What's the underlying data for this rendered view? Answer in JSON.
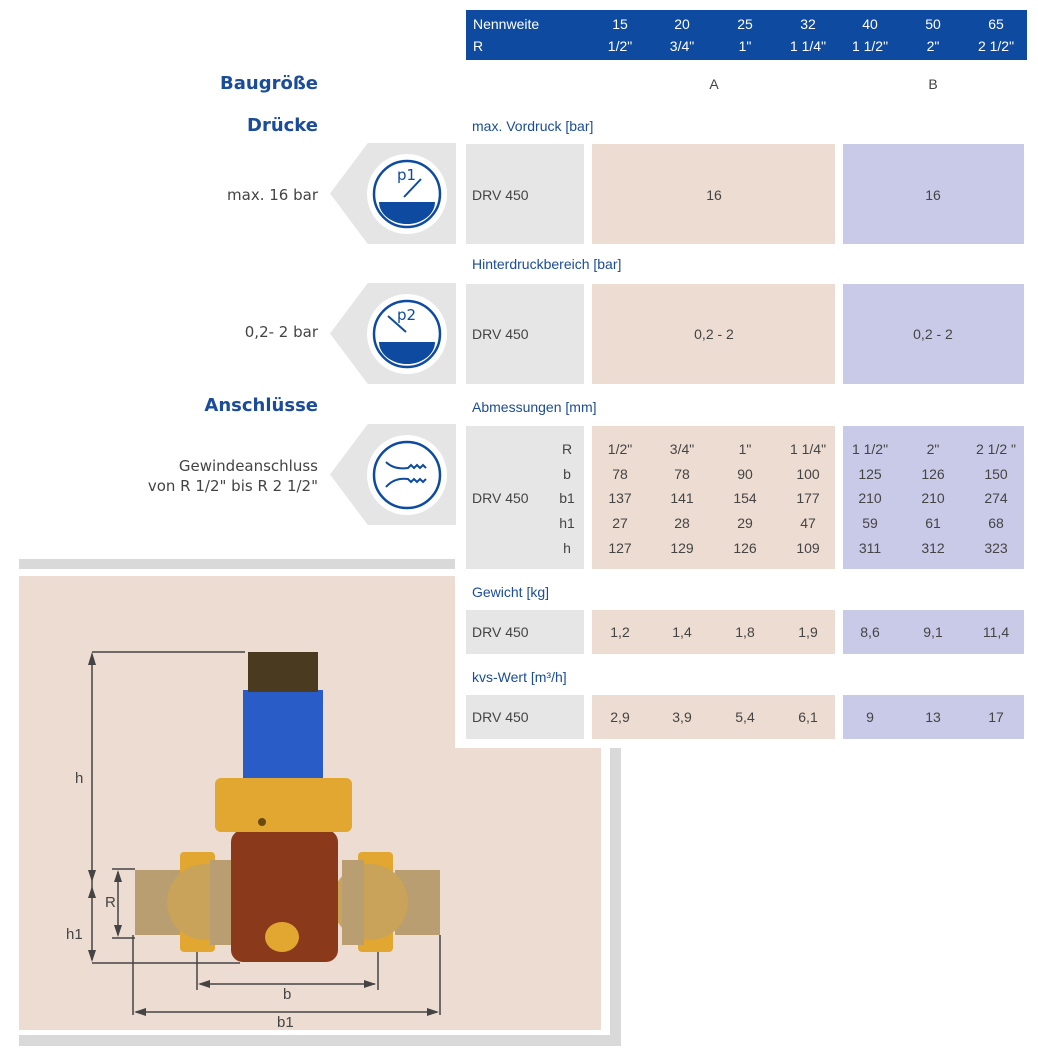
{
  "header": {
    "row1_label": "Nennweite",
    "row2_label": "R",
    "nennweite": [
      "15",
      "20",
      "25",
      "32",
      "40",
      "50",
      "65"
    ],
    "r": [
      "1/2\"",
      "3/4\"",
      "1\"",
      "1 1/4\"",
      "1 1/2\"",
      "2\"",
      "2 1/2\""
    ]
  },
  "baugroesse": {
    "label": "Baugröße",
    "groups": [
      "A",
      "B"
    ]
  },
  "sections": {
    "druecke": "Drücke",
    "anschluesse": "Anschlüsse"
  },
  "side_texts": {
    "p1": "max. 16 bar",
    "p2": "0,2- 2 bar",
    "conn_line1": "Gewindeanschluss",
    "conn_line2": "von R 1/2\" bis R 2 1/2\""
  },
  "icons": {
    "p1": "p1",
    "p2": "p2"
  },
  "vordruck": {
    "title": "max. Vordruck [bar]",
    "model": "DRV 450",
    "a": "16",
    "b": "16"
  },
  "hinterdruck": {
    "title": "Hinterdruckbereich [bar]",
    "model": "DRV 450",
    "a": "0,2 - 2",
    "b": "0,2 - 2"
  },
  "abmessungen": {
    "title": "Abmessungen [mm]",
    "model": "DRV 450",
    "rows": [
      {
        "k": "R",
        "v": [
          "1/2\"",
          "3/4\"",
          "1\"",
          "1 1/4\"",
          "1 1/2\"",
          "2\"",
          "2 1/2 \""
        ]
      },
      {
        "k": "b",
        "v": [
          "78",
          "78",
          "90",
          "100",
          "125",
          "126",
          "150"
        ]
      },
      {
        "k": "b1",
        "v": [
          "137",
          "141",
          "154",
          "177",
          "210",
          "210",
          "274"
        ]
      },
      {
        "k": "h1",
        "v": [
          "27",
          "28",
          "29",
          "47",
          "59",
          "61",
          "68"
        ]
      },
      {
        "k": "h",
        "v": [
          "127",
          "129",
          "126",
          "109",
          "311",
          "312",
          "323"
        ]
      }
    ]
  },
  "gewicht": {
    "title": "Gewicht [kg]",
    "model": "DRV 450",
    "v": [
      "1,2",
      "1,4",
      "1,8",
      "1,9",
      "8,6",
      "9,1",
      "11,4"
    ]
  },
  "kvs": {
    "title": "kvs-Wert [m³/h]",
    "model": "DRV 450",
    "v": [
      "2,9",
      "3,9",
      "5,4",
      "6,1",
      "9",
      "13",
      "17"
    ]
  },
  "drawing": {
    "h": "h",
    "R": "R",
    "h1": "h1",
    "b": "b",
    "b1": "b1"
  },
  "colors": {
    "blue": "#0e4ba0",
    "beige": "#eddcd2",
    "lavender": "#c9cae8",
    "grey": "#e6e6e7"
  }
}
